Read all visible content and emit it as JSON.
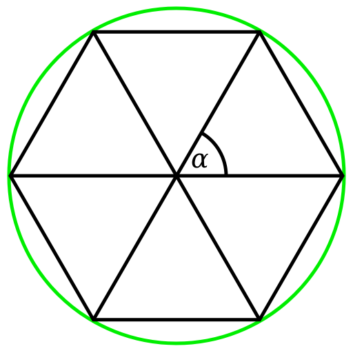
{
  "diagram": {
    "angle_label": "α",
    "angle_degrees": 60,
    "polygon_sides": 6,
    "colors": {
      "circle": "#00ee00",
      "lines": "#000000",
      "background": "#ffffff"
    }
  }
}
